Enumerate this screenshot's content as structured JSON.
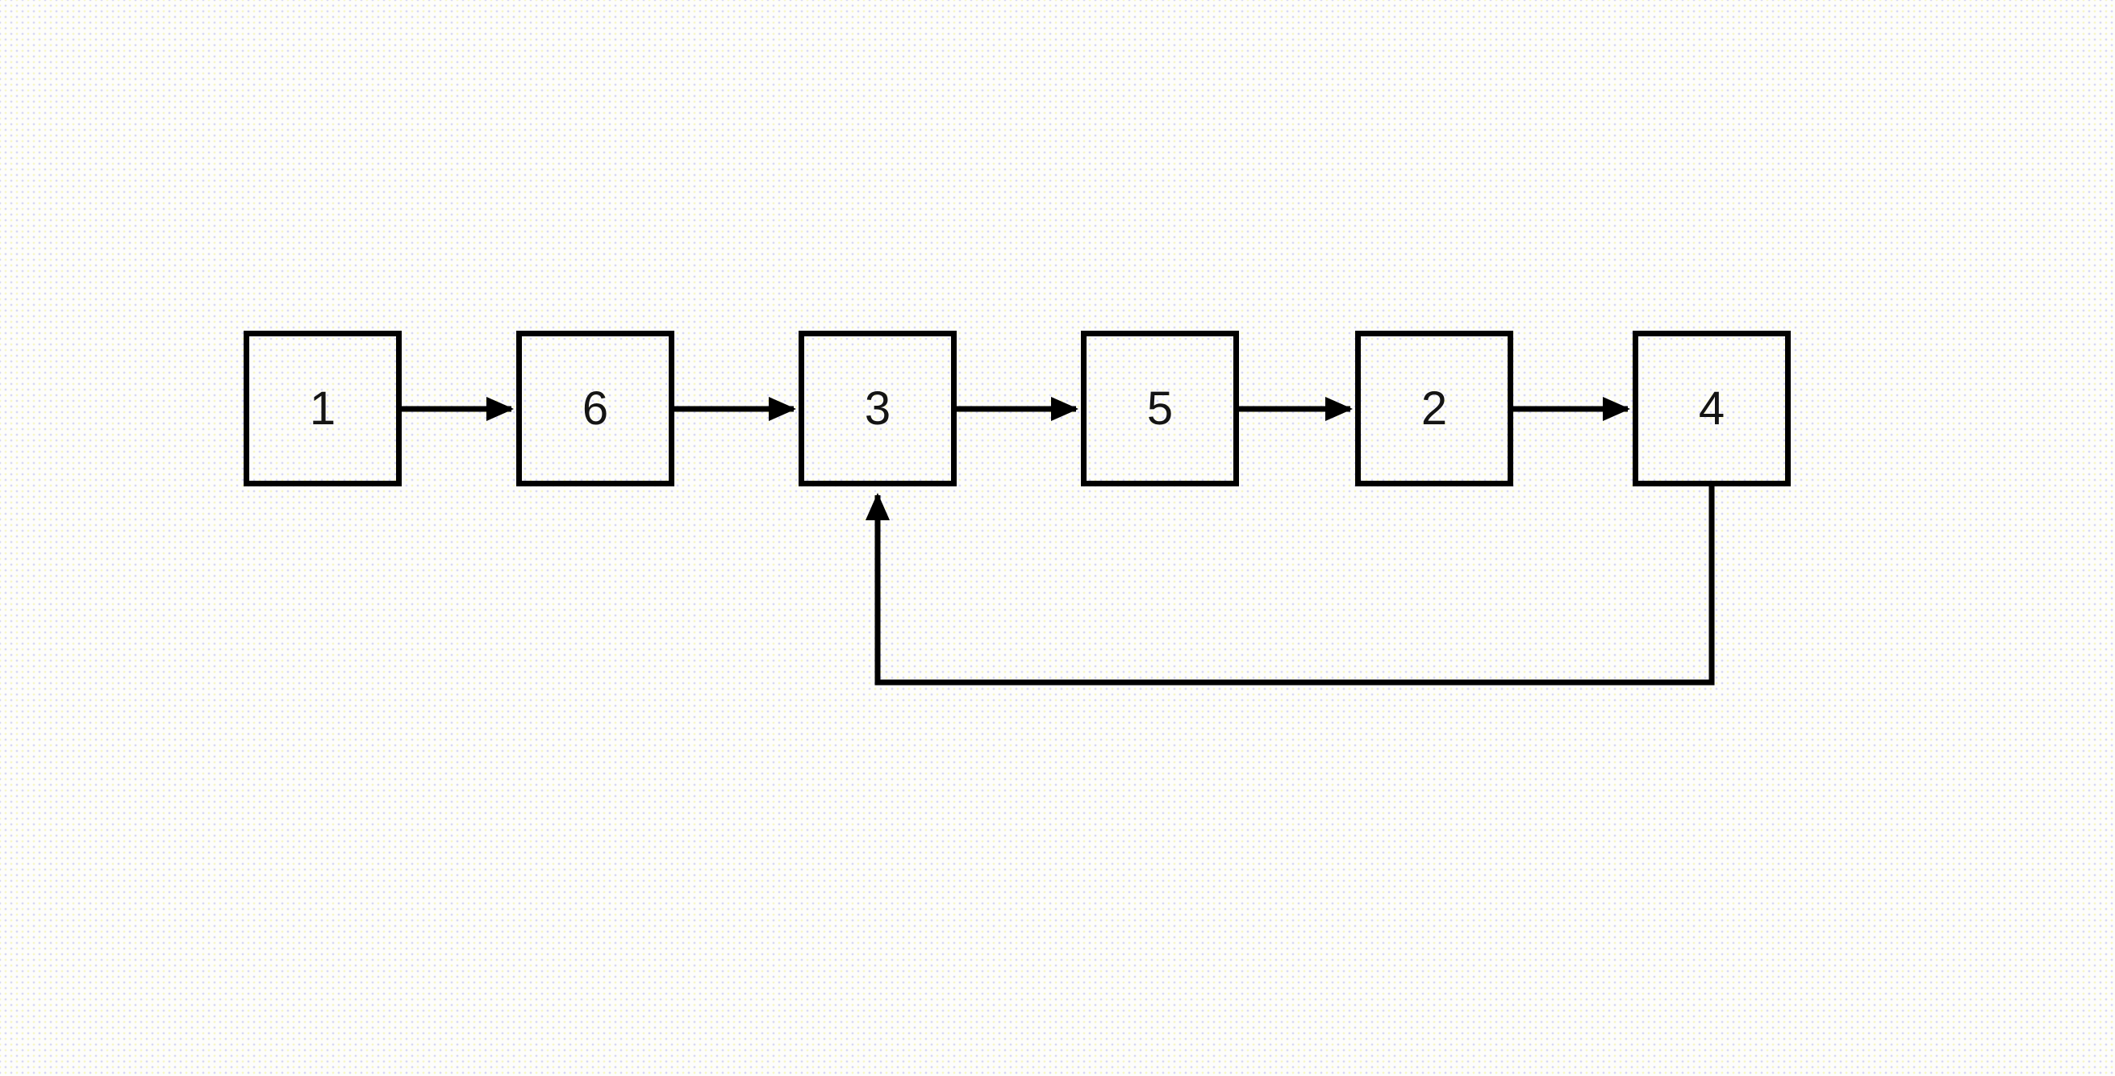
{
  "diagram": {
    "nodes": [
      {
        "id": "n1",
        "label": "1"
      },
      {
        "id": "n6",
        "label": "6"
      },
      {
        "id": "n3",
        "label": "3"
      },
      {
        "id": "n5",
        "label": "5"
      },
      {
        "id": "n2",
        "label": "2"
      },
      {
        "id": "n4",
        "label": "4"
      }
    ],
    "edges": [
      {
        "from": "1",
        "to": "6",
        "type": "straight"
      },
      {
        "from": "6",
        "to": "3",
        "type": "straight"
      },
      {
        "from": "3",
        "to": "5",
        "type": "straight"
      },
      {
        "from": "5",
        "to": "2",
        "type": "straight"
      },
      {
        "from": "2",
        "to": "4",
        "type": "straight"
      },
      {
        "from": "4",
        "to": "3",
        "type": "feedback-loop"
      }
    ]
  },
  "colors": {
    "stroke": "#000000",
    "text": "#141414",
    "background": "#fdfdfb",
    "dot_yellow": "#f4f4be",
    "dot_lavender": "#cdcdf0"
  }
}
